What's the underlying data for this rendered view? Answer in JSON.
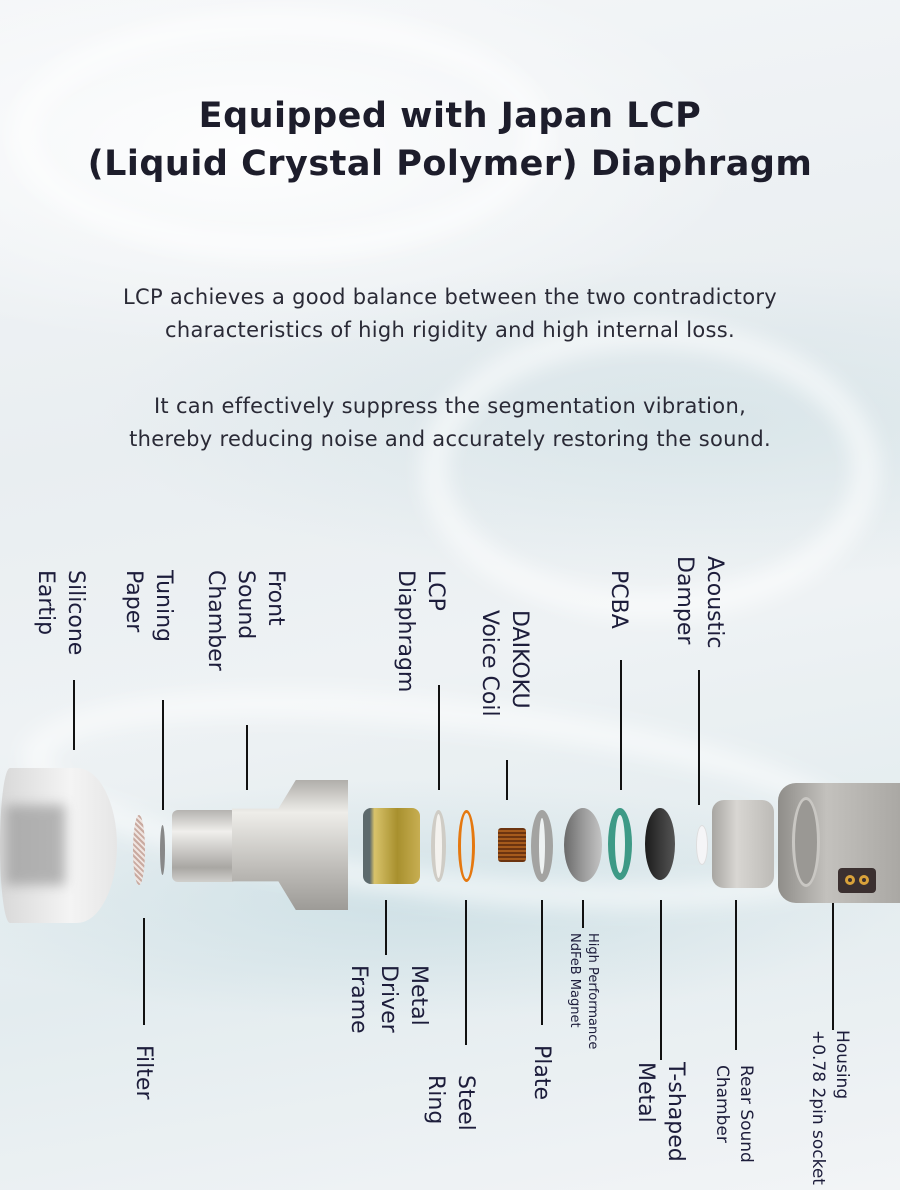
{
  "title_line1": "Equipped with Japan LCP",
  "title_line2": "(Liquid Crystal Polymer) Diaphragm",
  "para1_line1": "LCP achieves a good balance between the two contradictory",
  "para1_line2": "characteristics of high rigidity and high internal loss.",
  "para2_line1": "It can effectively suppress the segmentation vibration,",
  "para2_line2": "thereby reducing noise and accurately restoring the sound.",
  "labels_top": [
    "Silicone\nEartip",
    "Tuning\nPaper",
    "Front\nSound\nChamber",
    "LCP\nDiaphragm",
    "DAIKOKU\nVoice Coil",
    "PCBA",
    "Acoustic\nDamper"
  ],
  "labels_bottom": [
    "Filter",
    "Metal\nDriver\nFrame",
    "Steel\nRing",
    "Plate",
    "High Performance\nNdFeB Magnet",
    "T-shaped\nMetal",
    "Rear Sound\nChamber",
    "Housing\n+0.78 2pin socket"
  ],
  "colors": {
    "brass": "#b89a3a",
    "steel_ring": "#e5780f",
    "pcba": "#3e9a86",
    "voice_coil": "#8a4a15",
    "metal": "#c8c6c2"
  }
}
